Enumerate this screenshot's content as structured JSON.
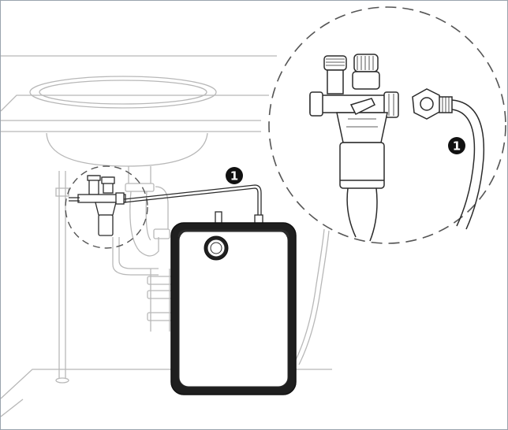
{
  "callouts": [
    {
      "id": "callout-1-main",
      "label": "1"
    },
    {
      "id": "callout-1-detail",
      "label": "1"
    }
  ],
  "colors": {
    "outline": "#2b2b2b",
    "light_line": "#b8b8b8",
    "tank_body": "#1f1f1f",
    "tank_panel": "#ffffff",
    "frame_border": "#9aa3ad",
    "callout_fill": "#111111"
  },
  "icons": {
    "callout_marker": "numbered-black-circle",
    "temperature_knob": "round-dial-knob"
  }
}
